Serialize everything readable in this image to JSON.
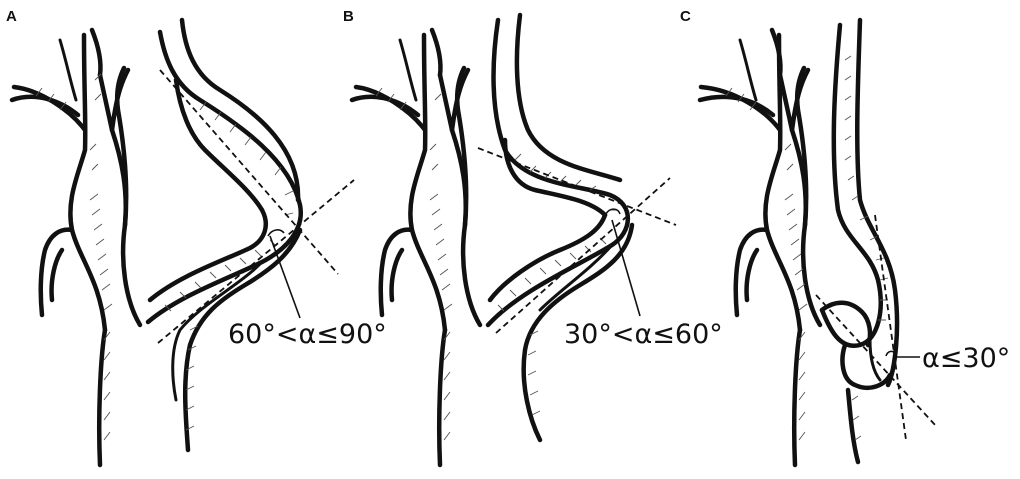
{
  "panels": [
    {
      "letter": "A",
      "angle_label": "60°<α≤90°"
    },
    {
      "letter": "B",
      "angle_label": "30°<α≤60°"
    },
    {
      "letter": "C",
      "angle_label": "α≤30°"
    }
  ]
}
